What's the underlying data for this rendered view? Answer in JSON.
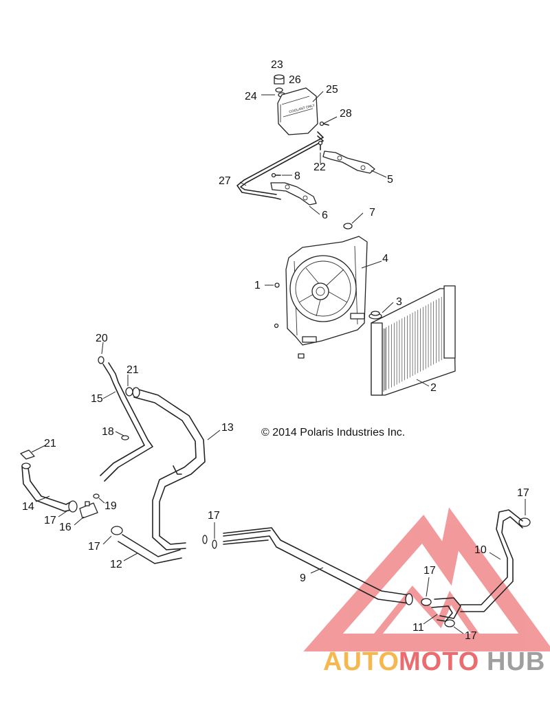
{
  "copyright": "© 2014 Polaris Industries Inc.",
  "tank_label": "COOLANT ONLY",
  "watermark": {
    "part1": "AUTO",
    "part2": "MOTO",
    "part3": "HUB",
    "color1": "#f5a623",
    "color2": "#e8474a",
    "color3": "#888888"
  },
  "callouts": {
    "c1": "1",
    "c2": "2",
    "c3": "3",
    "c4": "4",
    "c5": "5",
    "c6": "6",
    "c7": "7",
    "c8": "8",
    "c9": "9",
    "c10": "10",
    "c11": "11",
    "c12": "12",
    "c13": "13",
    "c14": "14",
    "c15": "15",
    "c16": "16",
    "c17": "17",
    "c18": "18",
    "c19": "19",
    "c20": "20",
    "c21": "21",
    "c22": "22",
    "c23": "23",
    "c24": "24",
    "c25": "25",
    "c26": "26",
    "c27": "27",
    "c28": "28"
  }
}
